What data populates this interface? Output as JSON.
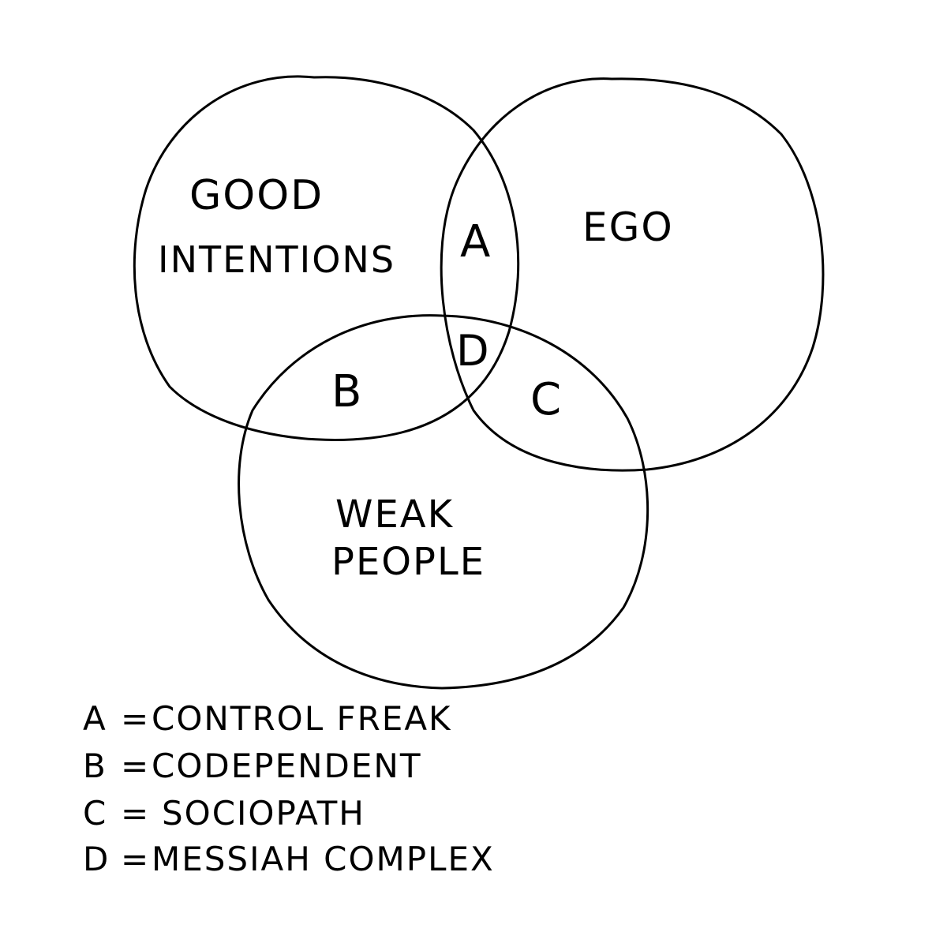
{
  "sets": [
    {
      "id": "good-intentions",
      "label_lines": [
        "GOOD",
        "INTENTIONS"
      ]
    },
    {
      "id": "ego",
      "label_lines": [
        "EGO"
      ]
    },
    {
      "id": "weak-people",
      "label_lines": [
        "WEAK",
        "PEOPLE"
      ]
    }
  ],
  "regions": {
    "A": "A",
    "B": "B",
    "C": "C",
    "D": "D"
  },
  "legend": [
    {
      "key": "A",
      "eq": "=",
      "meaning": "CONTROL FREAK"
    },
    {
      "key": "B",
      "eq": "=",
      "meaning": "CODEPENDENT"
    },
    {
      "key": "C",
      "eq": "=",
      "meaning": "SOCIOPATH"
    },
    {
      "key": "D",
      "eq": "=",
      "meaning": "MESSIAH COMPLEX"
    }
  ],
  "colors": {
    "ink": "#000000",
    "paper": "#ffffff"
  }
}
